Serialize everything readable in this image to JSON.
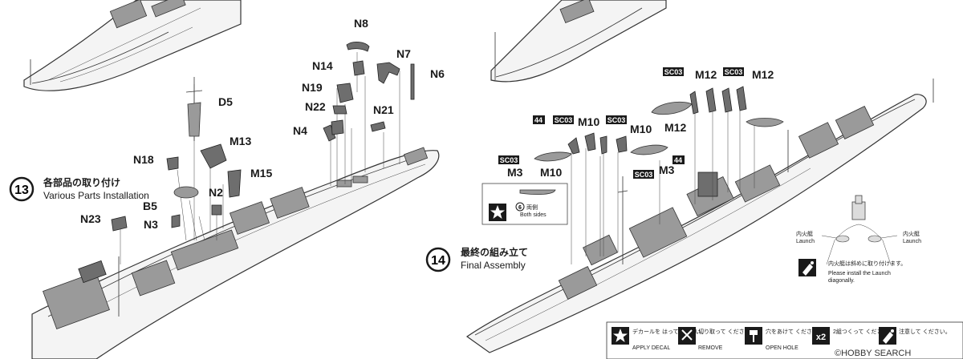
{
  "step13": {
    "number": "13",
    "title_jp": "各部品の取り付け",
    "title_en": "Various Parts Installation",
    "parts": [
      "N8",
      "N7",
      "N6",
      "N14",
      "N19",
      "N22",
      "N21",
      "N4",
      "D5",
      "M13",
      "M15",
      "N18",
      "N2",
      "B5",
      "N3",
      "N23"
    ]
  },
  "step14": {
    "number": "14",
    "title_jp": "最終の組み立て",
    "title_en": "Final Assembly",
    "parts": [
      "M12",
      "M12",
      "M12",
      "M10",
      "M10",
      "M10",
      "M3",
      "M3"
    ],
    "tags": [
      "SC03",
      "SC03",
      "SC03",
      "SC03",
      "SC03",
      "SC03",
      "44",
      "44"
    ],
    "both_sides": {
      "num": "6",
      "jp": "両側",
      "en": "Both sides"
    },
    "launch_left": {
      "jp": "内火艇",
      "en": "Launch"
    },
    "launch_right": {
      "jp": "内火艇",
      "en": "Launch"
    },
    "launch_note_jp": "内火艇は斜めに取り付けます。",
    "launch_note_en1": "Please install the Launch",
    "launch_note_en2": "diagonally."
  },
  "legend": [
    {
      "icon": "star-icon",
      "jp": "デカールを はってください。",
      "en": "APPLY DECAL"
    },
    {
      "icon": "cut-icon",
      "jp": "切り取って ください。",
      "en": "REMOVE"
    },
    {
      "icon": "drill-icon",
      "jp": "穴をあけて ください。",
      "en": "OPEN HOLE"
    },
    {
      "icon": "x2-icon",
      "jp": "2組つくって ください。",
      "en": "",
      "mark": "x2"
    },
    {
      "icon": "caution-icon",
      "jp": "注意して ください。",
      "en": ""
    }
  ],
  "watermark": "©HOBBY SEARCH"
}
